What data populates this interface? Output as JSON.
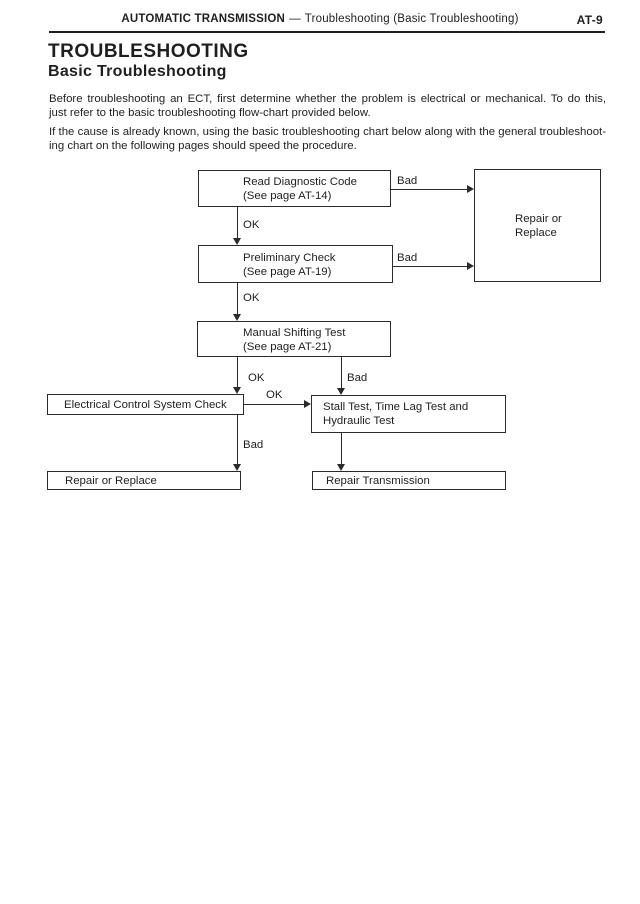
{
  "header": {
    "section": "AUTOMATIC TRANSMISSION",
    "separator": "—",
    "context": "Troubleshooting (Basic Troubleshooting)",
    "page_number": "AT-9"
  },
  "titles": {
    "main": "TROUBLESHOOTING",
    "sub": "Basic Troubleshooting"
  },
  "paragraphs": [
    {
      "lines": [
        "Before troubleshooting an ECT, first determine whether the problem is electrical or mechanical. To do this,",
        "just refer to the basic troubleshooting flow-chart provided below."
      ]
    },
    {
      "lines": [
        "If the cause is already known, using the basic troubleshooting chart below along with the general troubleshoot-",
        "ing chart on the following pages should speed the procedure."
      ]
    }
  ],
  "flowchart": {
    "nodes": {
      "read_diagnostic_code": {
        "line1": "Read Diagnostic Code",
        "line2": "(See page AT-14)"
      },
      "preliminary_check": {
        "line1": "Preliminary Check",
        "line2": "(See page AT-19)"
      },
      "manual_shifting_test": {
        "line1": "Manual Shifting Test",
        "line2": "(See page AT-21)"
      },
      "repair_or_replace": {
        "line1": "Repair or",
        "line2": "Replace"
      },
      "electrical_control_system_check": {
        "line1": "Electrical Control System Check"
      },
      "stall_time_lag_hydraulic_test": {
        "line1": "Stall Test, Time Lag Test and",
        "line2": "Hydraulic Test"
      },
      "repair_or_replace_final": {
        "line1": "Repair or Replace"
      },
      "repair_transmission": {
        "line1": "Repair Transmission"
      }
    },
    "edge_labels": {
      "bad_read": "Bad",
      "ok_read": "OK",
      "bad_preliminary": "Bad",
      "ok_preliminary": "OK",
      "ok_manual": "OK",
      "bad_manual": "Bad",
      "ok_electrical": "OK",
      "bad_electrical": "Bad"
    }
  },
  "colors": {
    "ink": "#1f1f1f",
    "line": "#2b2b2b",
    "background": "#ffffff"
  }
}
